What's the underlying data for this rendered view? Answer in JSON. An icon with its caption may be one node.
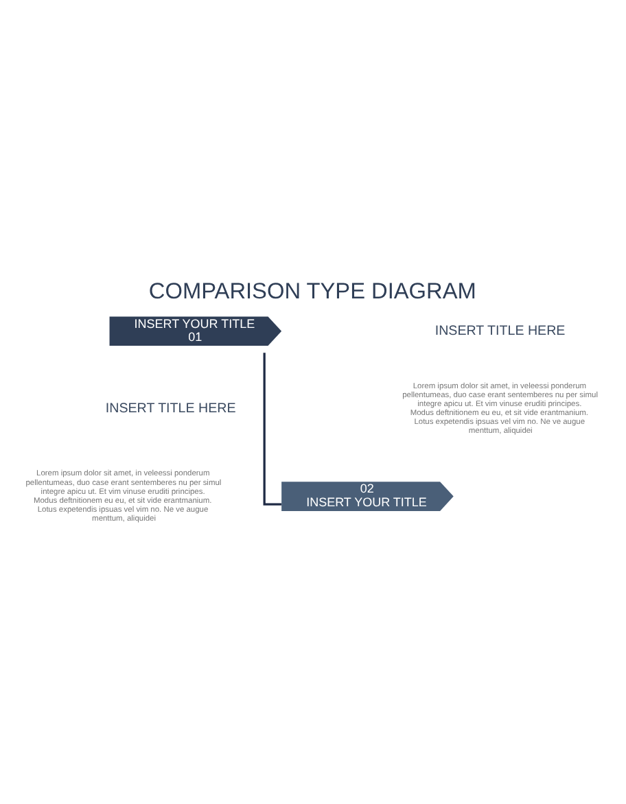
{
  "diagram": {
    "title": "COMPARISON TYPE DIAGRAM",
    "nodes": [
      {
        "text": [
          "INSERT YOUR TITLE",
          "01"
        ]
      },
      {
        "text": [
          "02",
          "INSERT YOUR TITLE"
        ]
      }
    ],
    "edges": [
      {
        "from": 0,
        "to": 1,
        "arrow": "none"
      }
    ],
    "labels": [
      "INSERT TITLE HERE",
      "Lorem ipsum dolor sit amet, in veleessi ponderum pellentumeas, duo case erant sentemberes nu per simul integre apicu ut. Et vim vinuse eruditi principes. Modus deftnitionem eu eu, et sit vide erantmanium. Lotus expetendis ipsuas vel vim no. Ne ve augue menttum, aliquidei",
      "INSERT TITLE HERE",
      "Lorem ipsum dolor sit amet, in veleessi ponderum pellentumeas, duo case erant sentemberes nu per simul integre apicu ut. Et vim vinuse eruditi principes. Modus deftnitionem eu eu, et sit vide erantmanium. Lotus expetendis ipsuas vel vim no. Ne ve augue menttum, aliquidei"
    ]
  }
}
